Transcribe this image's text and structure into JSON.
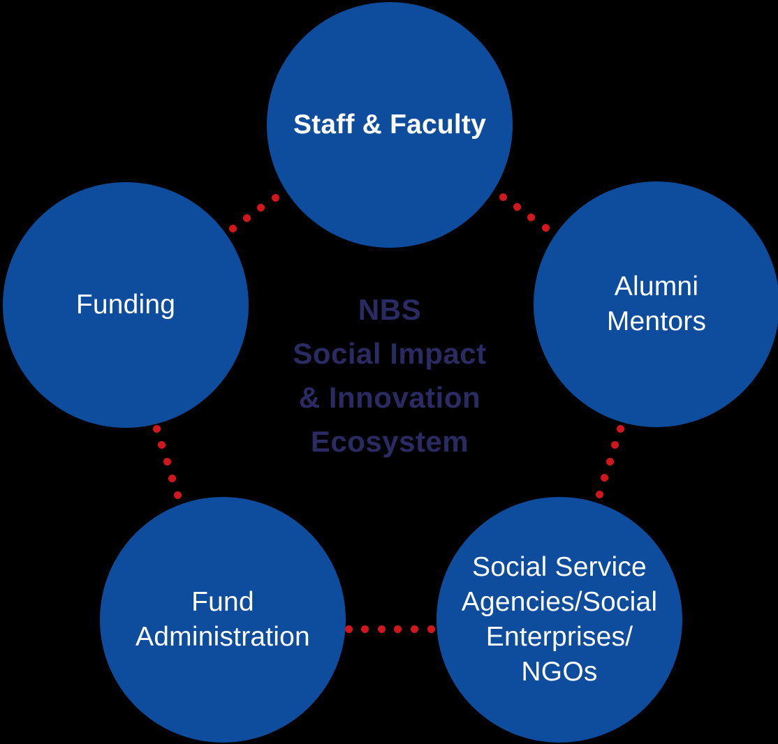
{
  "center": {
    "text": "NBS\nSocial Impact\n& Innovation\nEcosystem"
  },
  "nodes": [
    {
      "id": "staff-faculty",
      "label": "Staff & Faculty"
    },
    {
      "id": "funding",
      "label": "Funding"
    },
    {
      "id": "alumni-mentors",
      "label": "Alumni\nMentors"
    },
    {
      "id": "fund-administration",
      "label": "Fund\nAdministration"
    },
    {
      "id": "social-service-ngos",
      "label": "Social Service\nAgencies/Social\nEnterprises/\nNGOs"
    }
  ],
  "connectors": [
    {
      "from": "funding",
      "to": "staff-faculty",
      "dots": 4
    },
    {
      "from": "staff-faculty",
      "to": "alumni-mentors",
      "dots": 4
    },
    {
      "from": "funding",
      "to": "fund-administration",
      "dots": 5
    },
    {
      "from": "alumni-mentors",
      "to": "social-service-ngos",
      "dots": 5
    },
    {
      "from": "fund-administration",
      "to": "social-service-ngos",
      "dots": 6
    }
  ],
  "colors": {
    "circle_blue": "#0E4C9D",
    "dot_red": "#D2161E",
    "title_navy": "#2B2A62",
    "label_white": "#FFFFFF",
    "background": "#000000"
  }
}
